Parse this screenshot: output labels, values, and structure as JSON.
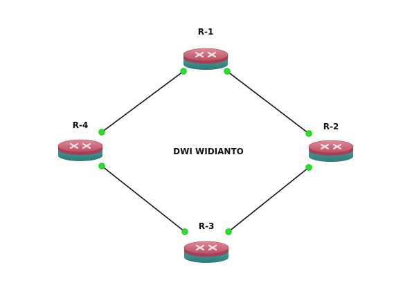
{
  "diagram": {
    "center_label": "DWI WIDIANTO",
    "routers": [
      {
        "id": "r1",
        "label": "R-1"
      },
      {
        "id": "r2",
        "label": "R-2"
      },
      {
        "id": "r3",
        "label": "R-3"
      },
      {
        "id": "r4",
        "label": "R-4"
      }
    ],
    "links": [
      {
        "from": "r1",
        "to": "r2"
      },
      {
        "from": "r1",
        "to": "r4"
      },
      {
        "from": "r2",
        "to": "r3"
      },
      {
        "from": "r4",
        "to": "r3"
      }
    ],
    "colors": {
      "router_top": "#c0596a",
      "router_band": "#a83f52",
      "router_body": "#3f8f8d",
      "port_up": "#22e622",
      "link": "#111111"
    },
    "icon": "router-icon"
  }
}
